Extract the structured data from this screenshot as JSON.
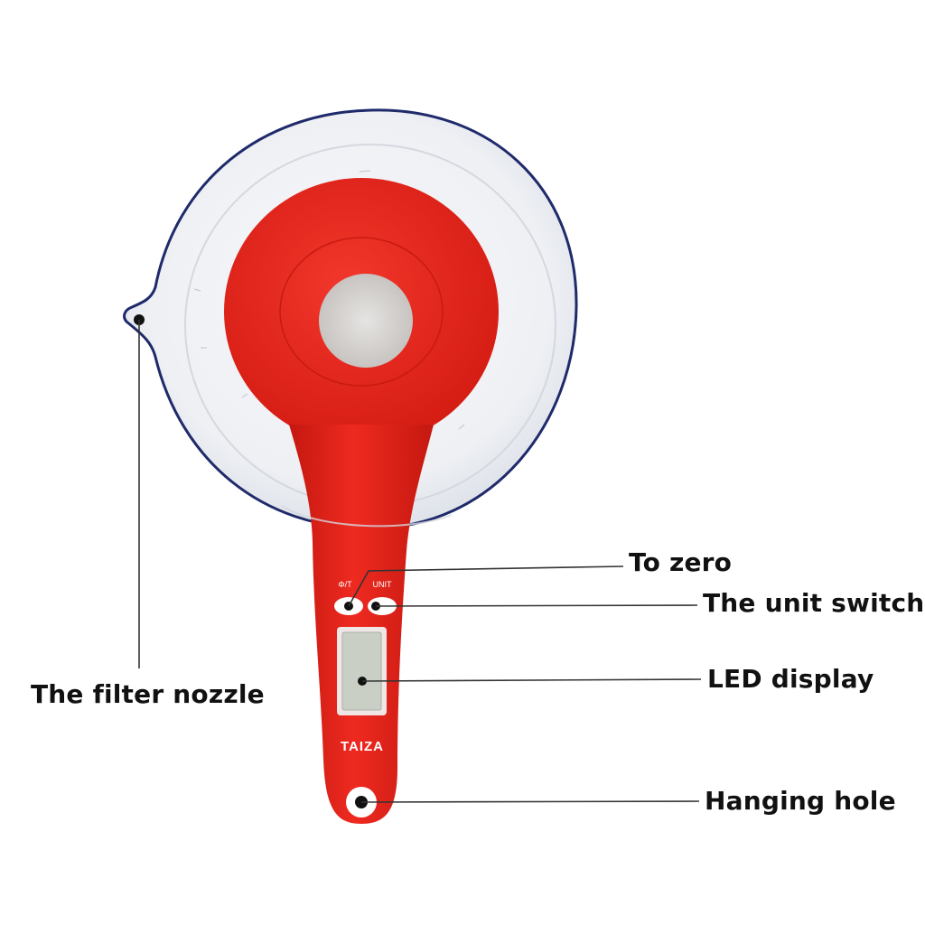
{
  "callouts": {
    "to_zero": "To zero",
    "unit_switch": "The unit switch",
    "led_display": "LED display",
    "hanging_hole": "Hanging hole",
    "filter_nozzle": "The filter nozzle"
  },
  "device": {
    "brand": "TAIZA",
    "button_left_label": "Φ/T",
    "button_right_label": "UNIT",
    "body_color": "#e8231a",
    "bowl_rim_color": "#1f2a6b",
    "display_color": "#c9cfc5"
  }
}
